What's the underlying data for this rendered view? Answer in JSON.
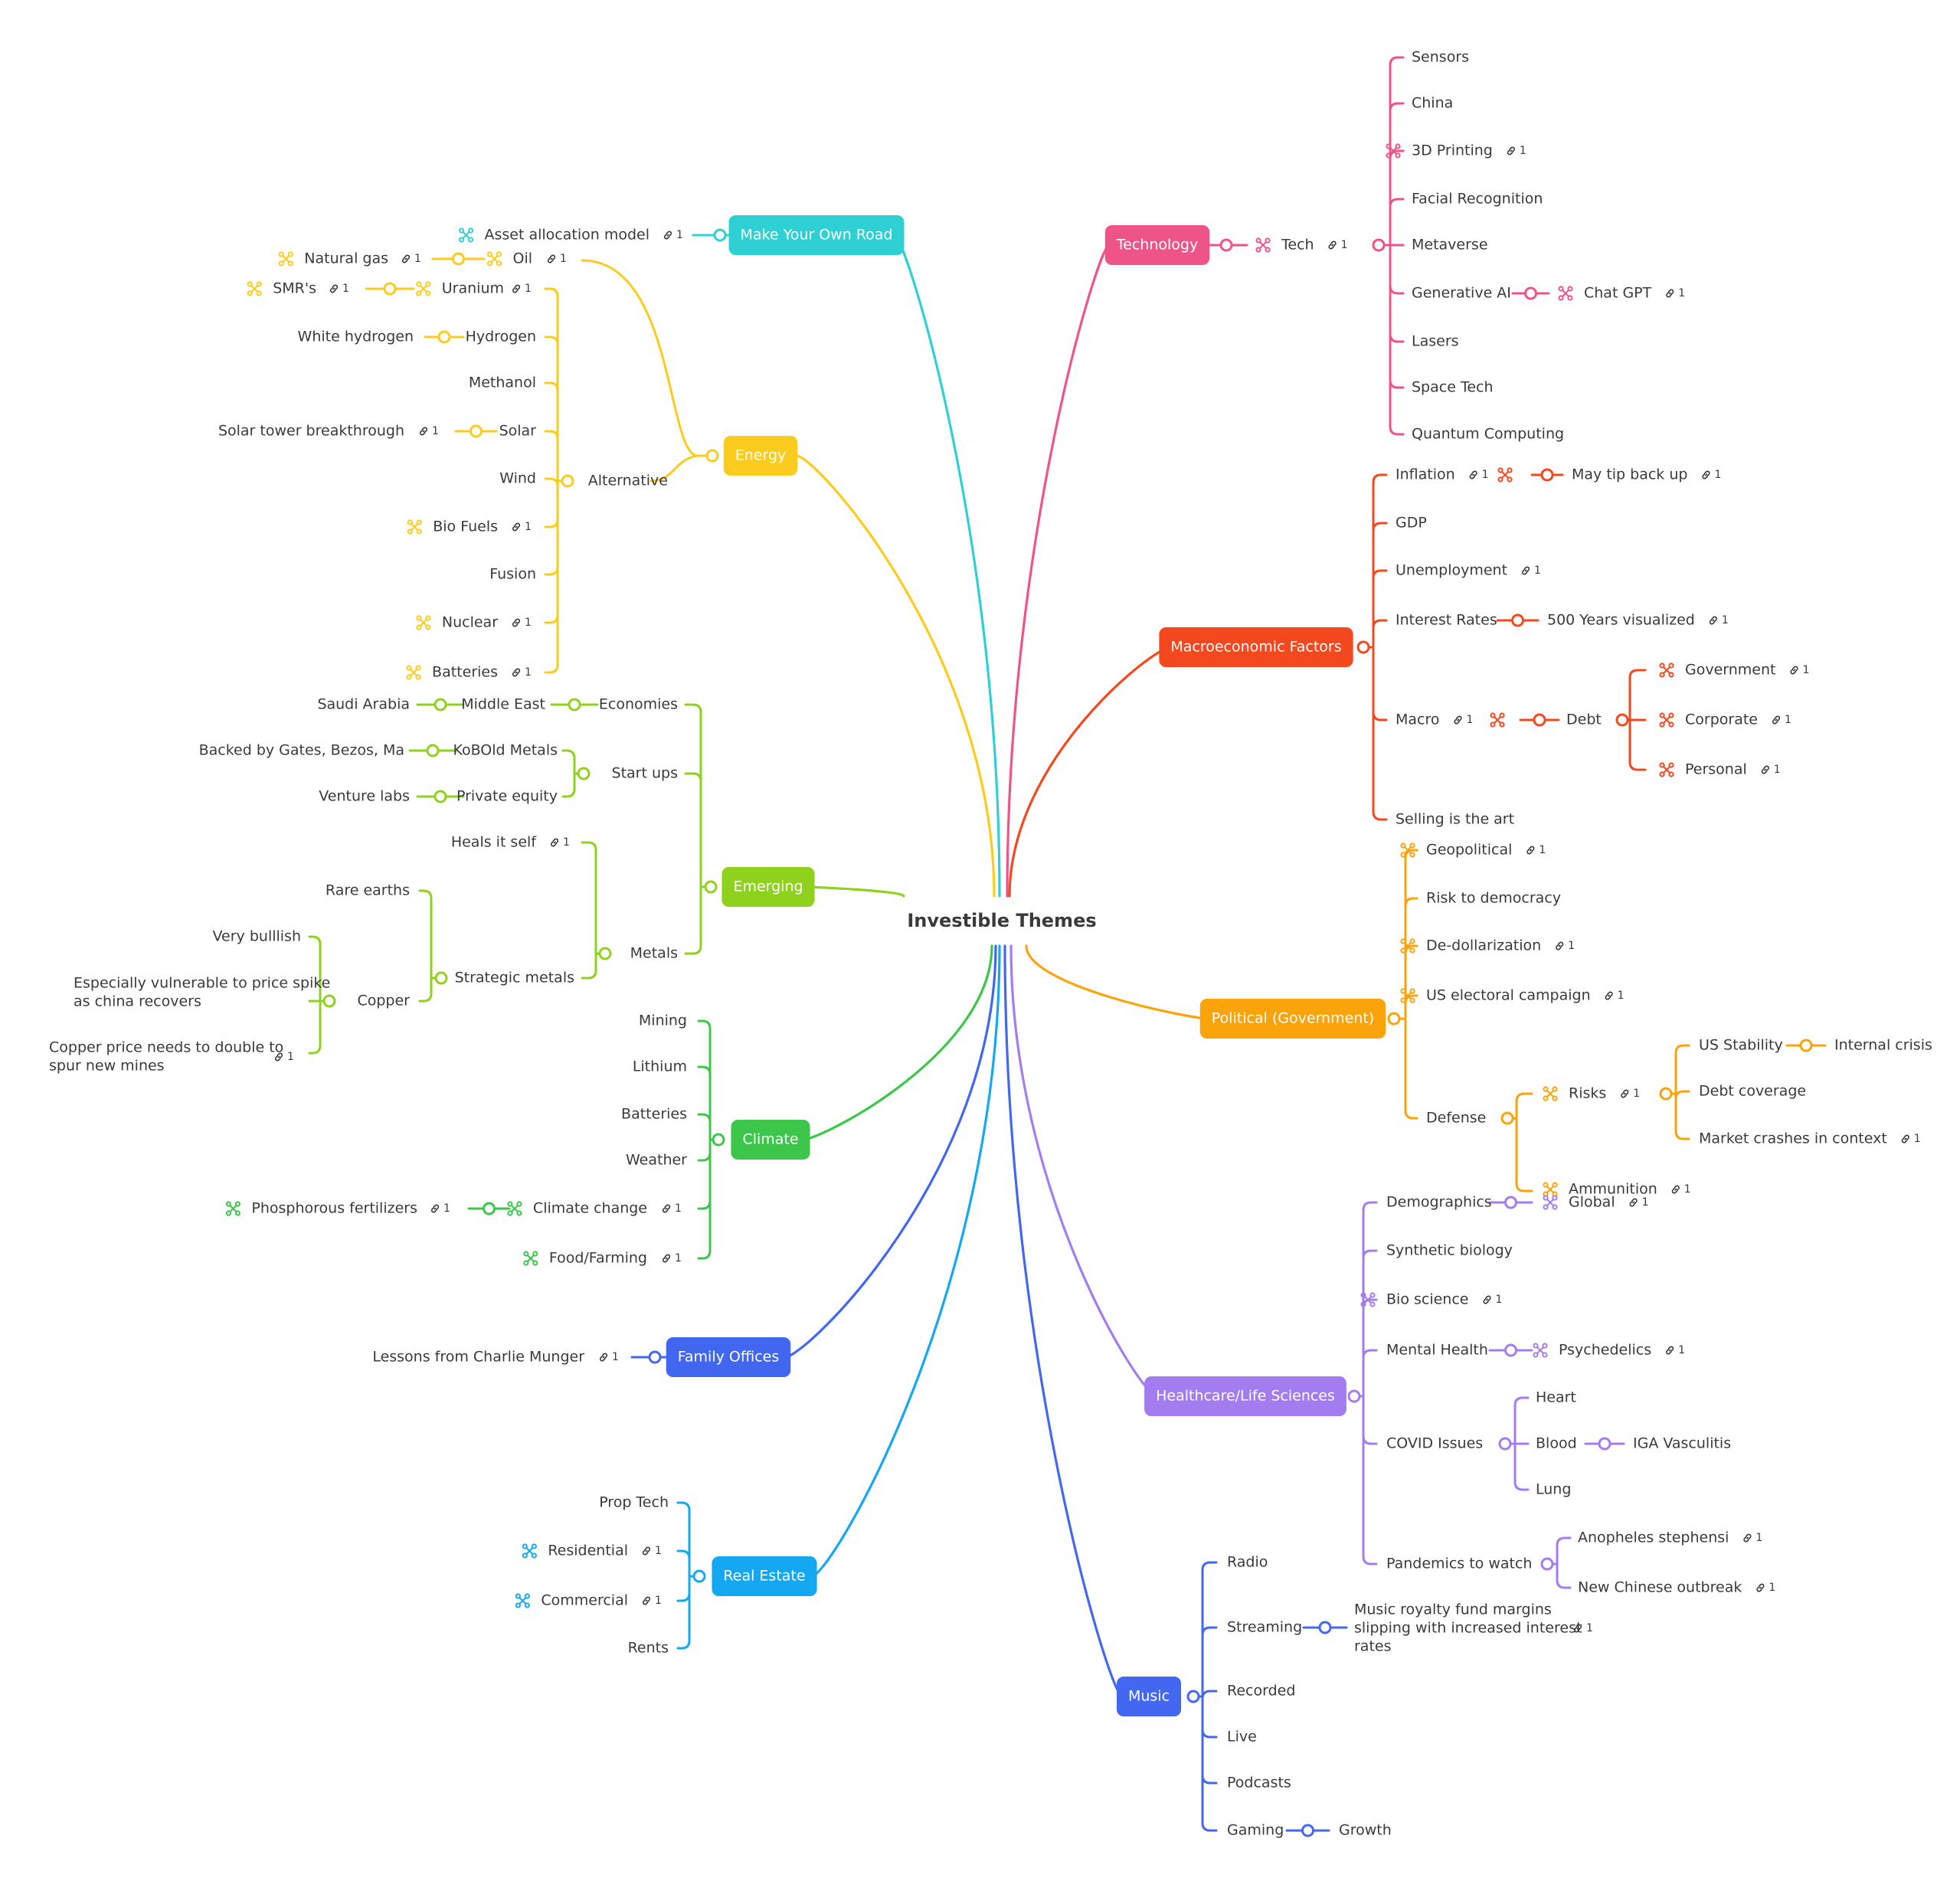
{
  "root": {
    "label": "Investible Themes"
  },
  "colors": {
    "make_your_own_road": "#2ed0d4",
    "energy": "#fbcb1d",
    "emerging": "#8fd21e",
    "climate": "#3cc64a",
    "family_offices": "#4166f0",
    "real_estate": "#13a8f1",
    "technology": "#ef5488",
    "macro": "#f4481f",
    "political": "#fba30a",
    "healthcare": "#a37df0",
    "music": "#4467f1"
  },
  "icons": {
    "topic_icon": "linked-topic-icon",
    "link_icon": "link-icon"
  },
  "branches": {
    "make_your_own_road": {
      "label": "Make Your Own Road",
      "asset_allocation": {
        "label": "Asset allocation model",
        "count": "1"
      }
    },
    "energy": {
      "label": "Energy",
      "oil": {
        "label": "Oil",
        "count": "1"
      },
      "natural_gas": {
        "label": "Natural gas",
        "count": "1"
      },
      "uranium": {
        "label": "Uranium",
        "count": "1"
      },
      "smrs": {
        "label": "SMR's",
        "count": "1"
      },
      "alternative": {
        "label": "Alternative"
      },
      "hydrogen": {
        "label": "Hydrogen"
      },
      "white_hydrogen": {
        "label": "White hydrogen"
      },
      "methanol": {
        "label": "Methanol"
      },
      "solar": {
        "label": "Solar"
      },
      "solar_tower": {
        "label": "Solar tower breakthrough",
        "count": "1"
      },
      "wind": {
        "label": "Wind"
      },
      "bio_fuels": {
        "label": "Bio Fuels",
        "count": "1"
      },
      "fusion": {
        "label": "Fusion"
      },
      "nuclear": {
        "label": "Nuclear",
        "count": "1"
      },
      "batteries": {
        "label": "Batteries",
        "count": "1"
      }
    },
    "emerging": {
      "label": "Emerging",
      "economies": {
        "label": "Economies"
      },
      "middle_east": {
        "label": "Middle East"
      },
      "saudi_arabia": {
        "label": "Saudi Arabia"
      },
      "start_ups": {
        "label": "Start ups"
      },
      "kobold": {
        "label": "KoBOld Metals"
      },
      "backed_by": {
        "label": "Backed by Gates, Bezos, Ma"
      },
      "private_equity": {
        "label": "Private equity"
      },
      "venture_labs": {
        "label": "Venture labs"
      },
      "metals": {
        "label": "Metals"
      },
      "heals_it_self": {
        "label": "Heals it self",
        "count": "1"
      },
      "strategic_metals": {
        "label": "Strategic metals"
      },
      "rare_earths": {
        "label": "Rare earths"
      },
      "copper": {
        "label": "Copper"
      },
      "very_bullish": {
        "label": "Very bulllish"
      },
      "vulnerable": {
        "line1": "Especially vulnerable to price spike",
        "line2": "as china recovers"
      },
      "copper_price": {
        "line1": "Copper price needs to double to",
        "line2": "spur new mines",
        "count": "1"
      }
    },
    "climate": {
      "label": "Climate",
      "mining": {
        "label": "Mining"
      },
      "lithium": {
        "label": "Lithium"
      },
      "batteries": {
        "label": "Batteries"
      },
      "weather": {
        "label": "Weather"
      },
      "climate_change": {
        "label": "Climate change",
        "count": "1"
      },
      "phosphorous": {
        "label": "Phosphorous fertilizers",
        "count": "1"
      },
      "food_farming": {
        "label": "Food/Farming",
        "count": "1"
      }
    },
    "family_offices": {
      "label": "Family Offices",
      "munger": {
        "label": "Lessons from Charlie Munger",
        "count": "1"
      }
    },
    "real_estate": {
      "label": "Real Estate",
      "prop_tech": {
        "label": "Prop Tech"
      },
      "residential": {
        "label": "Residential",
        "count": "1"
      },
      "commercial": {
        "label": "Commercial",
        "count": "1"
      },
      "rents": {
        "label": "Rents"
      }
    },
    "technology": {
      "label": "Technology",
      "tech": {
        "label": "Tech",
        "count": "1"
      },
      "sensors": {
        "label": "Sensors"
      },
      "china": {
        "label": "China"
      },
      "printing": {
        "label": "3D Printing",
        "count": "1"
      },
      "facial": {
        "label": "Facial Recognition"
      },
      "metaverse": {
        "label": "Metaverse"
      },
      "gen_ai": {
        "label": "Generative AI"
      },
      "chat_gpt": {
        "label": "Chat GPT",
        "count": "1"
      },
      "lasers": {
        "label": "Lasers"
      },
      "space_tech": {
        "label": "Space Tech"
      },
      "quantum": {
        "label": "Quantum Computing"
      }
    },
    "macro": {
      "label": "Macroeconomic Factors",
      "inflation": {
        "label": "Inflation",
        "count": "1"
      },
      "may_tip": {
        "label": "May tip back up",
        "count": "1"
      },
      "gdp": {
        "label": "GDP"
      },
      "unemployment": {
        "label": "Unemployment",
        "count": "1"
      },
      "interest_rates": {
        "label": "Interest Rates"
      },
      "years_500": {
        "label": "500 Years visualized",
        "count": "1"
      },
      "macro": {
        "label": "Macro",
        "count": "1"
      },
      "debt": {
        "label": "Debt"
      },
      "government": {
        "label": "Government",
        "count": "1"
      },
      "corporate": {
        "label": "Corporate",
        "count": "1"
      },
      "personal": {
        "label": "Personal",
        "count": "1"
      },
      "selling": {
        "label": "Selling is the art"
      }
    },
    "political": {
      "label": "Political (Government)",
      "geopolitical": {
        "label": "Geopolitical",
        "count": "1"
      },
      "risk_democracy": {
        "label": "Risk to democracy"
      },
      "de_dollarization": {
        "label": "De-dollarization",
        "count": "1"
      },
      "us_electoral": {
        "label": "US electoral campaign",
        "count": "1"
      },
      "defense": {
        "label": "Defense"
      },
      "risks": {
        "label": "Risks",
        "count": "1"
      },
      "us_stability": {
        "label": "US Stability"
      },
      "internal_crisis": {
        "label": "Internal crisis"
      },
      "debt_coverage": {
        "label": "Debt coverage"
      },
      "market_crashes": {
        "label": "Market crashes in context",
        "count": "1"
      },
      "ammunition": {
        "label": "Ammunition",
        "count": "1"
      }
    },
    "healthcare": {
      "label": "Healthcare/Life Sciences",
      "demographics": {
        "label": "Demographics"
      },
      "global": {
        "label": "Global",
        "count": "1"
      },
      "synthetic_biology": {
        "label": "Synthetic biology"
      },
      "bio_science": {
        "label": "Bio science",
        "count": "1"
      },
      "mental_health": {
        "label": "Mental Health"
      },
      "psychedelics": {
        "label": "Psychedelics",
        "count": "1"
      },
      "covid": {
        "label": "COVID Issues"
      },
      "heart": {
        "label": "Heart"
      },
      "blood": {
        "label": "Blood"
      },
      "iga": {
        "label": "IGA Vasculitis"
      },
      "lung": {
        "label": "Lung"
      },
      "pandemics": {
        "label": "Pandemics to watch"
      },
      "anopheles": {
        "label": "Anopheles stephensi",
        "count": "1"
      },
      "chinese_outbreak": {
        "label": "New Chinese outbreak",
        "count": "1"
      }
    },
    "music": {
      "label": "Music",
      "radio": {
        "label": "Radio"
      },
      "streaming": {
        "label": "Streaming"
      },
      "royalty": {
        "line1": "Music royalty fund margins",
        "line2": "slipping with increased interest",
        "line3": "rates",
        "count": "1"
      },
      "recorded": {
        "label": "Recorded"
      },
      "live": {
        "label": "Live"
      },
      "podcasts": {
        "label": "Podcasts"
      },
      "gaming": {
        "label": "Gaming"
      },
      "growth": {
        "label": "Growth"
      }
    }
  }
}
